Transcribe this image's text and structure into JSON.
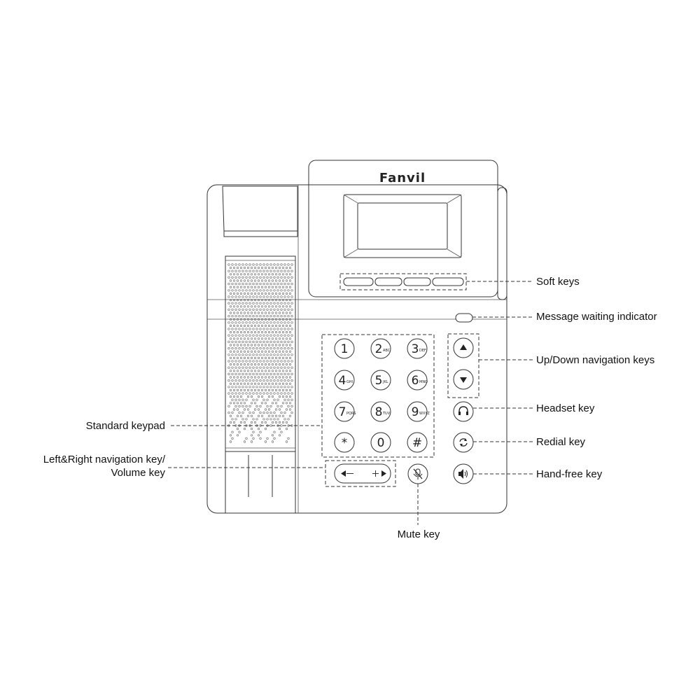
{
  "brand": "Fanvil",
  "keypad": [
    {
      "digit": "1",
      "letters": ""
    },
    {
      "digit": "2",
      "letters": "ABC"
    },
    {
      "digit": "3",
      "letters": "DEF"
    },
    {
      "digit": "4",
      "letters": "GHI"
    },
    {
      "digit": "5",
      "letters": "JKL"
    },
    {
      "digit": "6",
      "letters": "MNO"
    },
    {
      "digit": "7",
      "letters": "PQRS"
    },
    {
      "digit": "8",
      "letters": "TUV"
    },
    {
      "digit": "9",
      "letters": "WXYZ"
    },
    {
      "digit": "*",
      "letters": ""
    },
    {
      "digit": "0",
      "letters": ""
    },
    {
      "digit": "#",
      "letters": ""
    }
  ],
  "labels": {
    "soft_keys": "Soft keys",
    "message_waiting": "Message waiting indicator",
    "updown_nav": "Up/Down navigation keys",
    "headset": "Headset key",
    "redial": "Redial key",
    "handsfree": "Hand-free key",
    "standard_keypad": "Standard keypad",
    "lr_nav_line1": "Left&Right navigation key/",
    "lr_nav_line2": "Volume key",
    "mute": "Mute key"
  }
}
